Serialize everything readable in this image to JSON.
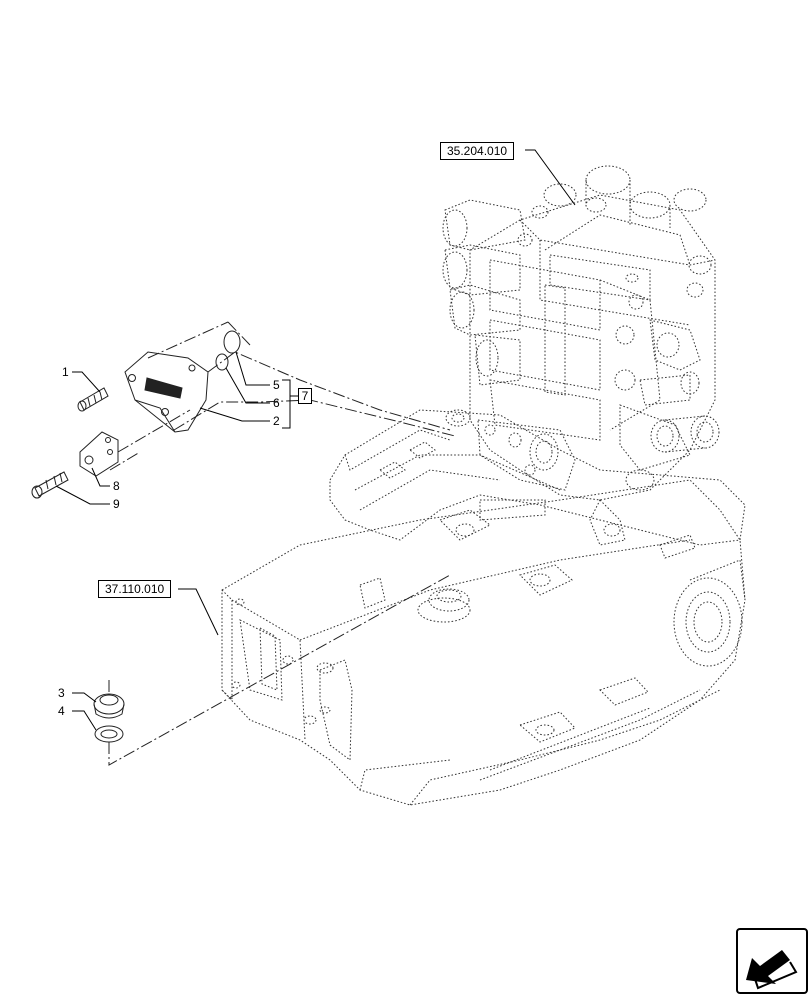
{
  "refs": {
    "valve_group": "35.204.010",
    "casing": "37.110.010"
  },
  "items": {
    "bolt": "1",
    "cover_plate": "2",
    "plug": "3",
    "plug_washer": "4",
    "o_ring_large": "5",
    "o_ring_small": "6",
    "kit": "7",
    "bracket": "8",
    "bracket_bolt": "9"
  },
  "nav": {
    "icon": "previous-page-arrow-icon"
  }
}
